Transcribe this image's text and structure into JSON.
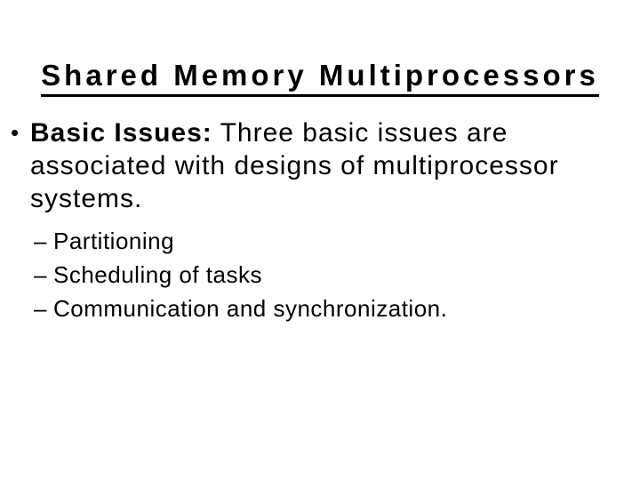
{
  "slide": {
    "title": "Shared Memory Multiprocessors",
    "bullet": {
      "marker": "•",
      "bold": "Basic Issues:",
      "text": " Three basic issues are associated with designs of multiprocessor systems."
    },
    "sub_bullets": {
      "marker": "–",
      "items": [
        "Partitioning",
        "Scheduling of tasks",
        "Communication and synchronization."
      ]
    },
    "colors": {
      "text": "#000000",
      "background": "#ffffff",
      "title_underline": "#000000"
    }
  }
}
